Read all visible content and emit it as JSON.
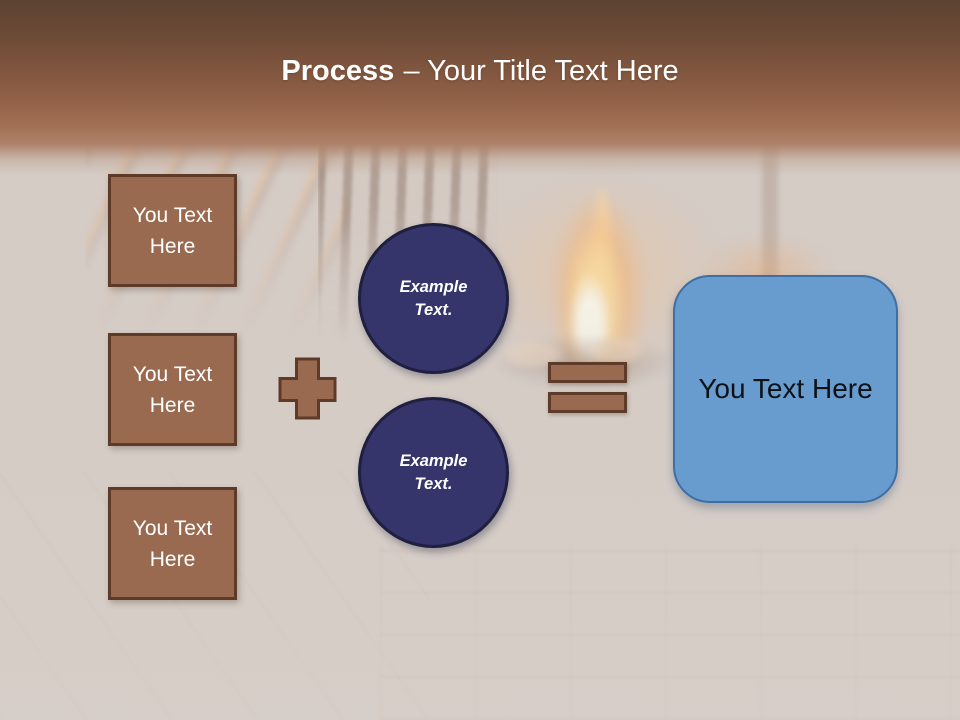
{
  "slide": {
    "title": {
      "bold": "Process",
      "rest": "– Your Title Text Here"
    },
    "input_boxes": [
      {
        "label": "You Text Here"
      },
      {
        "label": "You Text Here"
      },
      {
        "label": "You Text Here"
      }
    ],
    "operators": {
      "plus_icon": "plus",
      "equals_icon": "equals"
    },
    "example_circles": [
      {
        "label": "Example Text."
      },
      {
        "label": "Example Text."
      }
    ],
    "result_box": {
      "label": "You Text Here"
    },
    "colors": {
      "header_brown_dark": "#5C4331",
      "header_brown_light": "#AD8168",
      "shape_brown_fill": "#9A6A50",
      "shape_brown_border": "#5E3A28",
      "circle_navy_fill": "#35356B",
      "circle_navy_border": "#1F1F40",
      "result_blue_fill": "#689CCF",
      "result_blue_border": "#3F6EA3",
      "title_text": "#FFFFFF",
      "box_text": "#FFFFFF",
      "result_text": "#0E1116",
      "background_base": "#D5CCC6"
    }
  }
}
